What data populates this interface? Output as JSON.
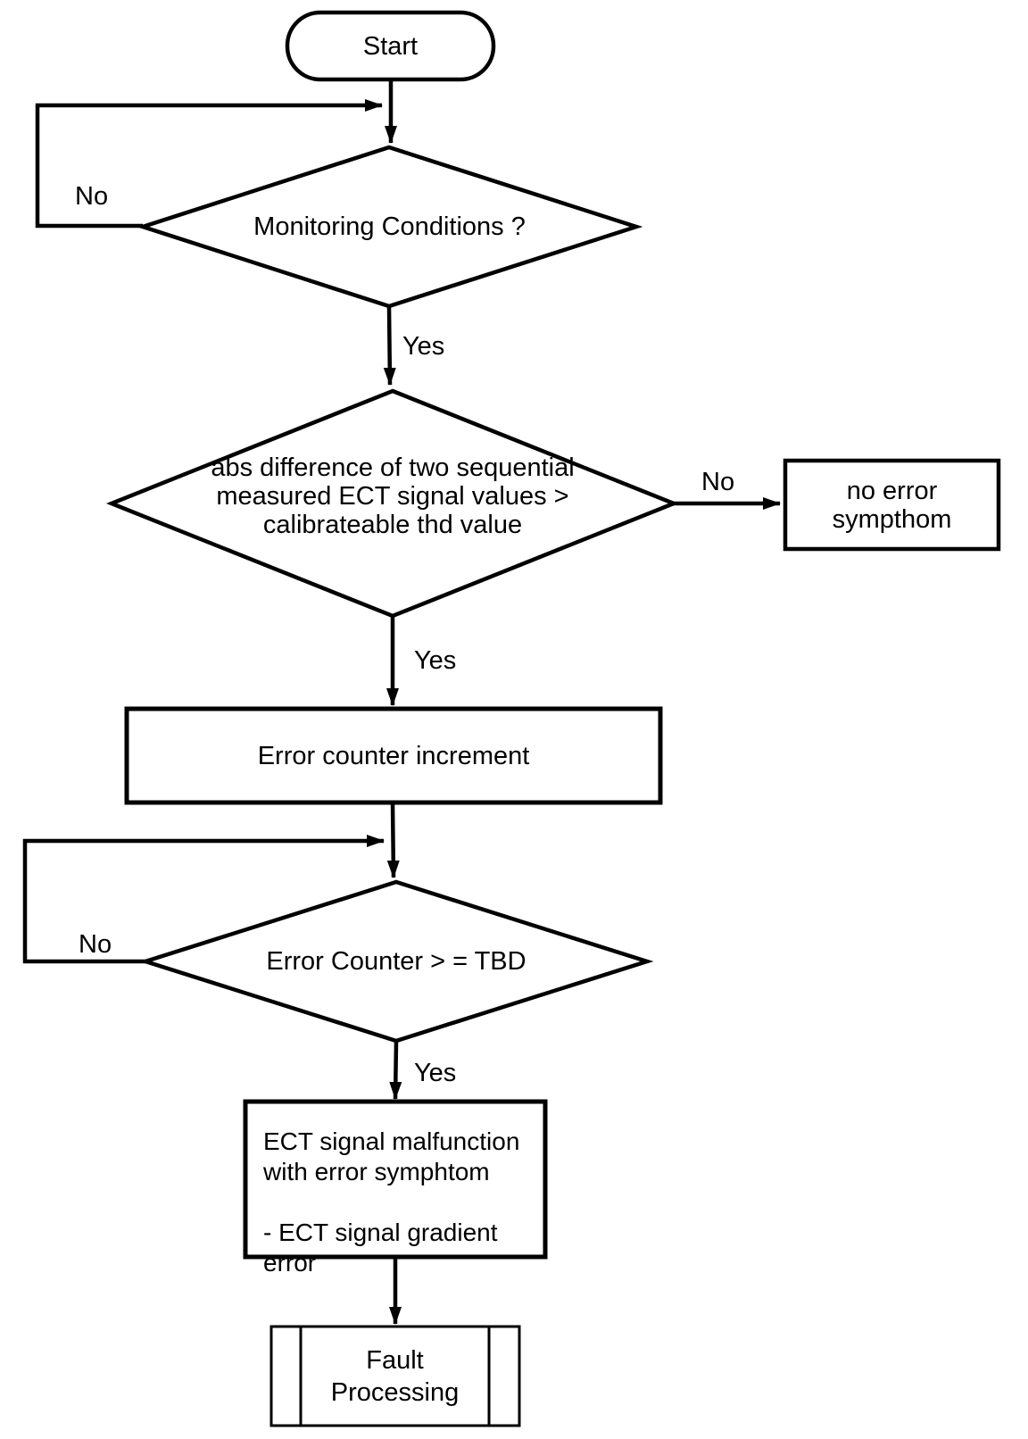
{
  "flowchart": {
    "colors": {
      "stroke": "#000000",
      "background": "#ffffff",
      "text": "#000000"
    },
    "nodes": {
      "start": {
        "type": "terminator",
        "label": "Start"
      },
      "decision_monitoring": {
        "type": "decision",
        "label": "Monitoring Conditions ?"
      },
      "decision_abs_diff": {
        "type": "decision",
        "label": "abs difference of two sequential\nmeasured ECT signal values >\ncalibrateable thd value"
      },
      "no_error_sympthom": {
        "type": "process",
        "label": "no error sympthom"
      },
      "error_counter_increment": {
        "type": "process",
        "label": "Error counter increment"
      },
      "decision_error_counter": {
        "type": "decision",
        "label": "Error Counter > = TBD"
      },
      "ect_malfunction": {
        "type": "process",
        "label": "ECT signal malfunction\nwith error symphtom\n\n- ECT signal gradient error"
      },
      "fault_processing": {
        "type": "predefined-process",
        "label": "Fault\nProcessing"
      }
    },
    "edge_labels": {
      "monitoring_no": "No",
      "monitoring_yes": "Yes",
      "abs_diff_no": "No",
      "abs_diff_yes": "Yes",
      "error_counter_no": "No",
      "error_counter_yes": "Yes"
    },
    "edges": [
      {
        "from": "start",
        "to": "decision_monitoring",
        "label": ""
      },
      {
        "from": "decision_monitoring",
        "to": "decision_monitoring",
        "label": "No"
      },
      {
        "from": "decision_monitoring",
        "to": "decision_abs_diff",
        "label": "Yes"
      },
      {
        "from": "decision_abs_diff",
        "to": "no_error_sympthom",
        "label": "No"
      },
      {
        "from": "decision_abs_diff",
        "to": "error_counter_increment",
        "label": "Yes"
      },
      {
        "from": "error_counter_increment",
        "to": "decision_error_counter",
        "label": ""
      },
      {
        "from": "decision_error_counter",
        "to": "decision_error_counter",
        "label": "No"
      },
      {
        "from": "decision_error_counter",
        "to": "ect_malfunction",
        "label": "Yes"
      },
      {
        "from": "ect_malfunction",
        "to": "fault_processing",
        "label": ""
      }
    ]
  }
}
